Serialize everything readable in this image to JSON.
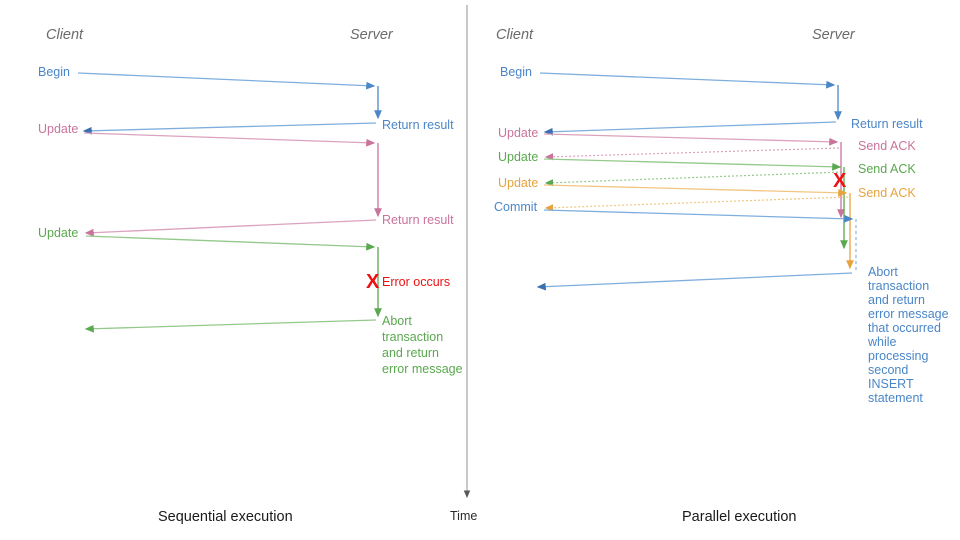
{
  "palette": {
    "blue": "#4a86c8",
    "blue_light": "#7eaede",
    "blue_dark": "#3a6fb0",
    "pink": "#c9749b",
    "pink_light": "#dba2bd",
    "green": "#5aa84f",
    "green_light": "#93c98a",
    "orange": "#e8a33d",
    "orange_light": "#f2c682",
    "red": "#ee1111",
    "gray_axis": "#5a5a5a",
    "gray_header": "#6b6b6b",
    "black": "#1a1a1a",
    "divider": "#9a9a9a"
  },
  "divider": {
    "name": "vertical-divider"
  },
  "time_axis": {
    "label": "Time"
  },
  "left_panel": {
    "caption": "Sequential execution",
    "lanes": {
      "client": "Client",
      "server": "Server"
    },
    "messages": [
      {
        "id": "begin",
        "label": "Begin",
        "color": "blue",
        "side": "client"
      },
      {
        "id": "return1",
        "label": "Return result",
        "color": "blue",
        "side": "server"
      },
      {
        "id": "update1",
        "label": "Update",
        "color": "pink",
        "side": "client"
      },
      {
        "id": "return2",
        "label": "Return result",
        "color": "pink",
        "side": "server"
      },
      {
        "id": "update2",
        "label": "Update",
        "color": "green",
        "side": "client"
      }
    ],
    "error": {
      "marker": "X",
      "label": "Error occurs",
      "color": "red"
    },
    "abort_note": {
      "color": "green",
      "lines": [
        "Abort",
        "transaction",
        "and return",
        "error message"
      ]
    }
  },
  "right_panel": {
    "caption": "Parallel execution",
    "lanes": {
      "client": "Client",
      "server": "Server"
    },
    "messages": [
      {
        "id": "begin",
        "label": "Begin",
        "color": "blue",
        "side": "client"
      },
      {
        "id": "return1",
        "label": "Return result",
        "color": "blue",
        "side": "server"
      },
      {
        "id": "update1",
        "label": "Update",
        "color": "pink",
        "side": "client"
      },
      {
        "id": "ack1",
        "label": "Send ACK",
        "color": "pink",
        "side": "server"
      },
      {
        "id": "update2",
        "label": "Update",
        "color": "green",
        "side": "client"
      },
      {
        "id": "ack2",
        "label": "Send ACK",
        "color": "green",
        "side": "server"
      },
      {
        "id": "update3",
        "label": "Update",
        "color": "orange",
        "side": "client"
      },
      {
        "id": "ack3",
        "label": "Send ACK",
        "color": "orange",
        "side": "server"
      },
      {
        "id": "commit",
        "label": "Commit",
        "color": "blue",
        "side": "client"
      }
    ],
    "error": {
      "marker": "X",
      "label": "",
      "color": "red"
    },
    "abort_note": {
      "color": "blue",
      "lines": [
        "Abort",
        "transaction",
        "and return",
        "error message",
        "that occurred",
        "while",
        "processing",
        "second",
        "INSERT",
        "statement"
      ]
    }
  }
}
